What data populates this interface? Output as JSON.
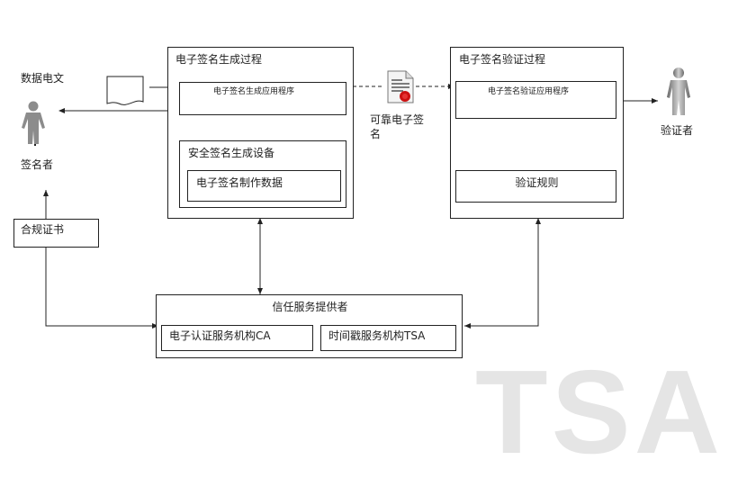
{
  "labels": {
    "data_message": "数据电文",
    "signer": "签名者",
    "compliant_cert": "合规证书",
    "gen_process": "电子签名生成过程",
    "gen_app": "电子签名生成应用程序",
    "secure_device": "安全签名生成设备",
    "creation_data": "电子签名制作数据",
    "reliable_sig_line1": "可靠电子签",
    "reliable_sig_line2": "名",
    "verify_process": "电子签名验证过程",
    "verify_app": "电子签名验证应用程序",
    "verify_rules": "验证规则",
    "verifier": "验证者",
    "trust_provider": "信任服务提供者",
    "ca": "电子认证服务机构CA",
    "tsa": "时间戳服务机构TSA"
  },
  "watermark": "TSA",
  "icons": {
    "signer": "person-icon",
    "verifier": "person-icon",
    "document": "document-icon",
    "certificate": "certificate-icon"
  },
  "colors": {
    "line": "#222222",
    "watermark": "#e5e5e5",
    "seal": "#cc1111"
  }
}
